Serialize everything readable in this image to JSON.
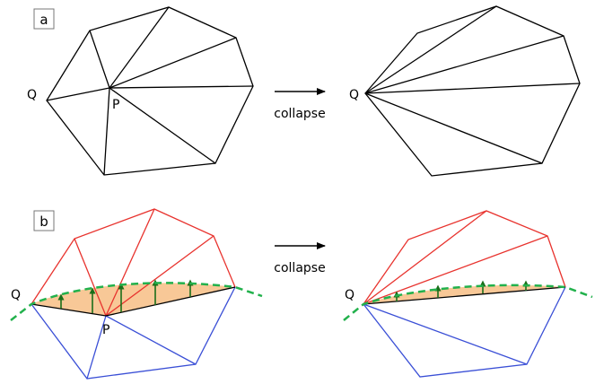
{
  "panels": {
    "a": {
      "label": "a"
    },
    "b": {
      "label": "b"
    }
  },
  "points": {
    "q": "Q",
    "p": "P"
  },
  "arrow": {
    "label": "collapse"
  },
  "colors": {
    "line": "#000000",
    "upper": "#e8332e",
    "lower": "#3a4fd6",
    "curve": "#22b14c",
    "fill": "#f8c897",
    "arrow_up": "#1a6e1a",
    "box": "#777777"
  }
}
